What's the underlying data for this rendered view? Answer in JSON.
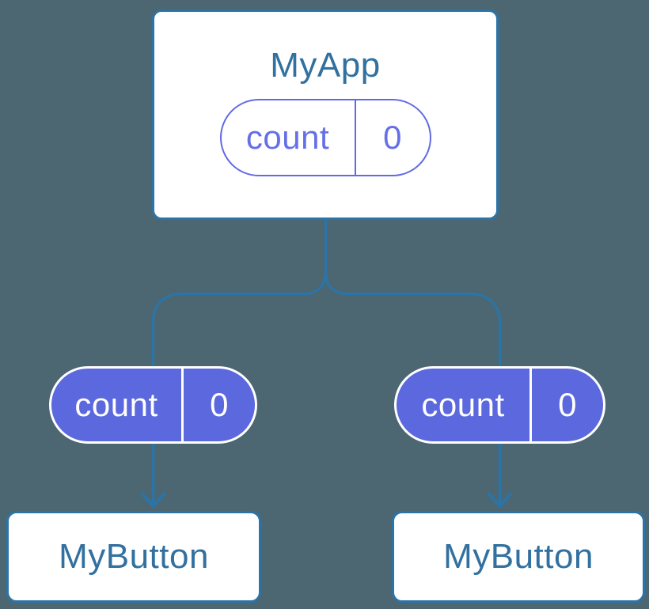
{
  "colors": {
    "background": "#4C6771",
    "connector_blue": "#2B74A8",
    "node_text_blue": "#31709F",
    "state_outline_purple": "#616AE4",
    "state_fill_purple": "#5B68DE",
    "state_text_white": "#FFFFFF"
  },
  "diagram": {
    "root": {
      "title": "MyApp",
      "state": {
        "key": "count",
        "value": "0"
      }
    },
    "children": [
      {
        "title": "MyButton",
        "state": {
          "key": "count",
          "value": "0"
        }
      },
      {
        "title": "MyButton",
        "state": {
          "key": "count",
          "value": "0"
        }
      }
    ]
  }
}
